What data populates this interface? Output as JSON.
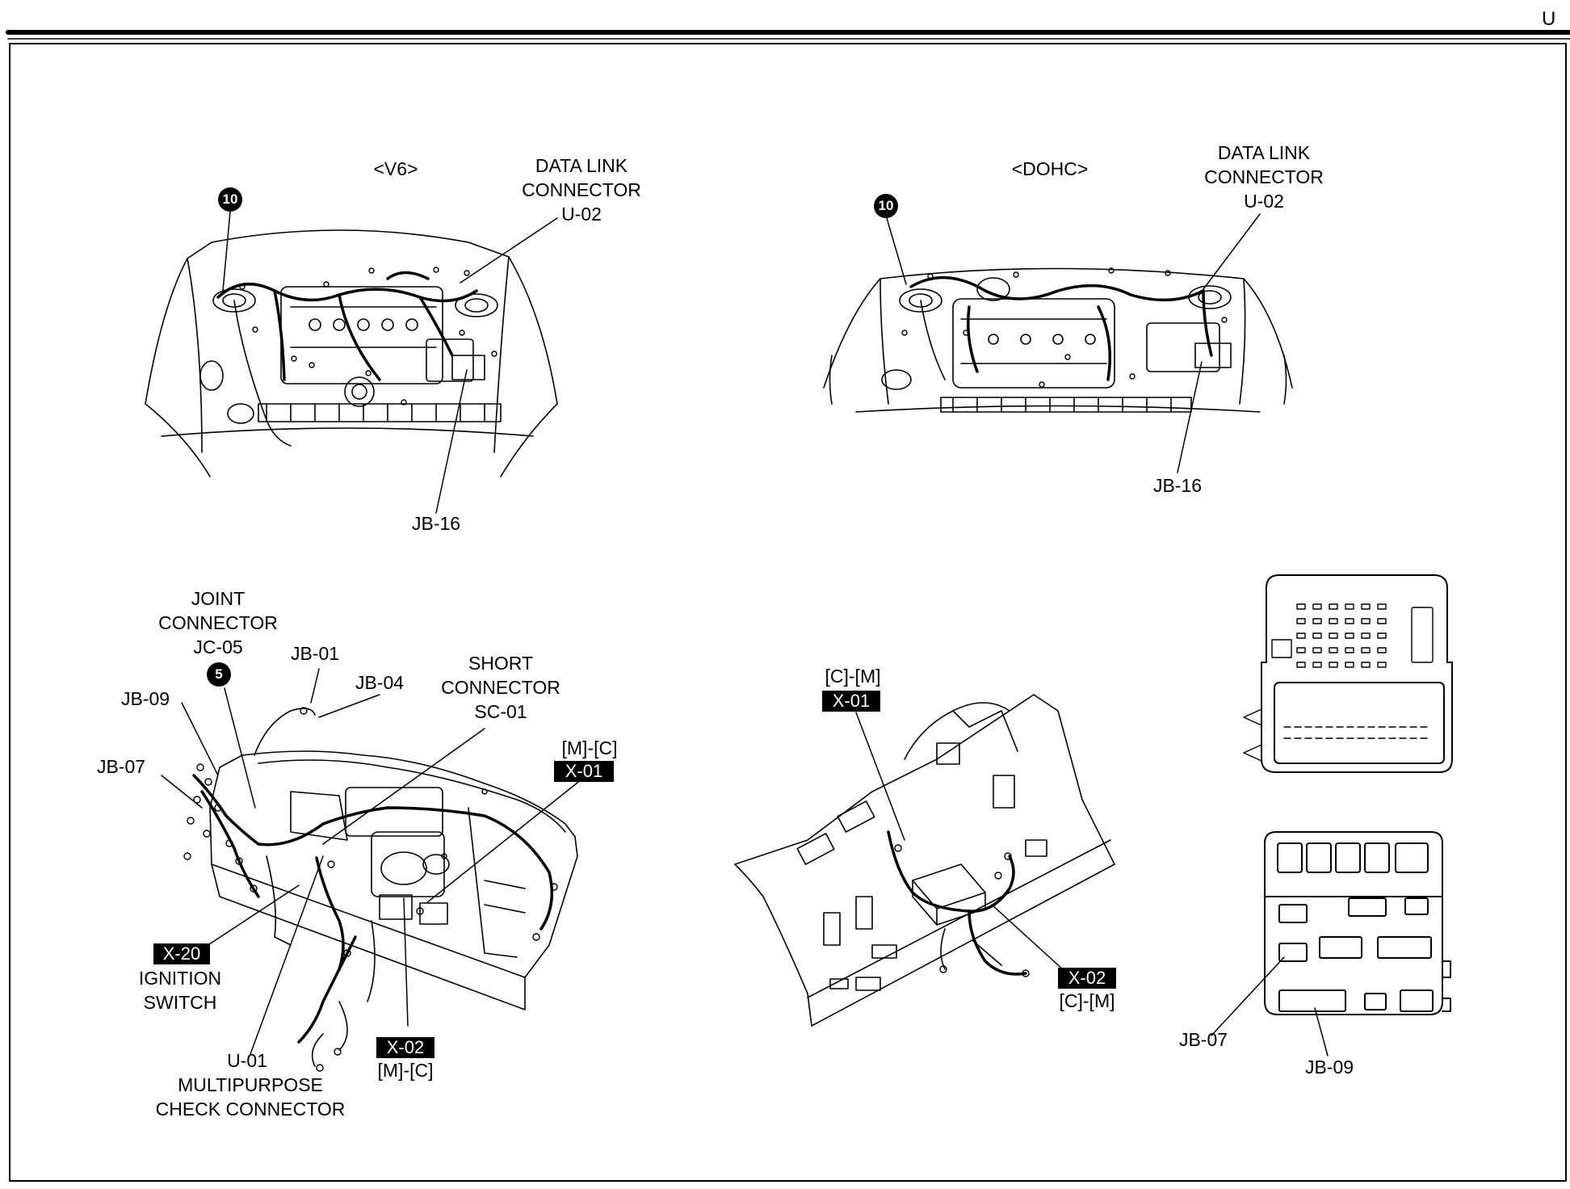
{
  "page_letter": "U",
  "engine_v6": {
    "variant": "<V6>",
    "badge_ground": "10",
    "dlc": {
      "line1": "DATA LINK",
      "line2": "CONNECTOR",
      "code": "U-02"
    },
    "jb": "JB-16"
  },
  "engine_dohc": {
    "variant": "<DOHC>",
    "badge_ground": "10",
    "dlc": {
      "line1": "DATA LINK",
      "line2": "CONNECTOR",
      "code": "U-02"
    },
    "jb": "JB-16"
  },
  "dashboard": {
    "joint": {
      "line1": "JOINT",
      "line2": "CONNECTOR",
      "code": "JC-05",
      "badge": "5"
    },
    "jb01": "JB-01",
    "jb04": "JB-04",
    "jb09": "JB-09",
    "jb07": "JB-07",
    "short": {
      "line1": "SHORT",
      "line2": "CONNECTOR",
      "code": "SC-01"
    },
    "x01": {
      "route": "[M]-[C]",
      "tag": "X-01"
    },
    "x20": {
      "tag": "X-20",
      "line1": "IGNITION",
      "line2": "SWITCH"
    },
    "u01": {
      "code": "U-01",
      "line1": "MULTIPURPOSE",
      "line2": "CHECK CONNECTOR"
    },
    "x02": {
      "tag": "X-02",
      "route": "[M]-[C]"
    }
  },
  "floor": {
    "x01": {
      "route": "[C]-[M]",
      "tag": "X-01"
    },
    "x02": {
      "tag": "X-02",
      "route": "[C]-[M]"
    }
  },
  "junction_box": {
    "jb07": "JB-07",
    "jb09": "JB-09"
  }
}
